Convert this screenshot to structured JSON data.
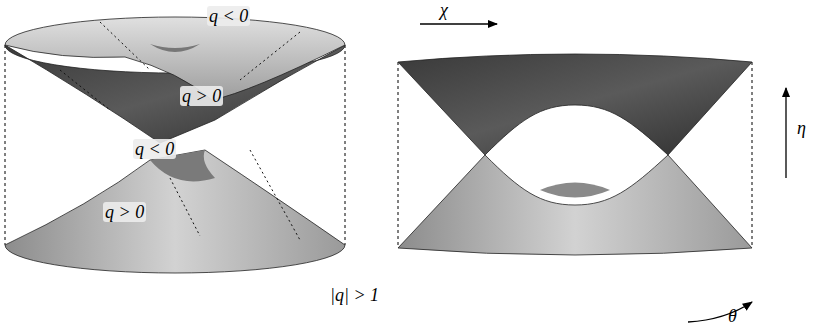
{
  "diagram": {
    "labels": [
      "q < 0",
      "q > 0",
      "q < 0",
      "q > 0",
      "|q| > 1",
      "χ",
      "η",
      "θ"
    ]
  }
}
